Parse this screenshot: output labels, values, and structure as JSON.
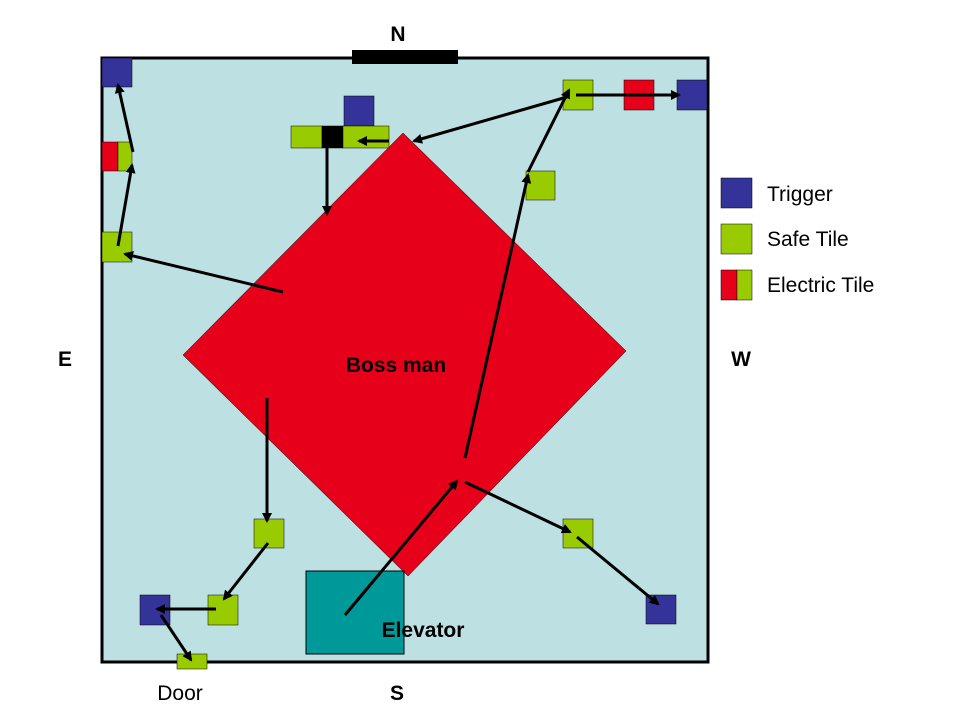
{
  "compass": {
    "north": "N",
    "south": "S",
    "east": "E",
    "west": "W"
  },
  "room_labels": {
    "boss": "Boss man",
    "elevator": "Elevator",
    "door": "Door"
  },
  "legend": {
    "trigger": "Trigger",
    "safe_tile": "Safe Tile",
    "electric_tile": "Electric Tile"
  },
  "colors": {
    "floor": "#bde0e3",
    "boss": "#e6001a",
    "elevator": "#009999",
    "trigger": "#333399",
    "safe": "#99cc00",
    "electric": "#e6001a",
    "wall": "#000000"
  }
}
